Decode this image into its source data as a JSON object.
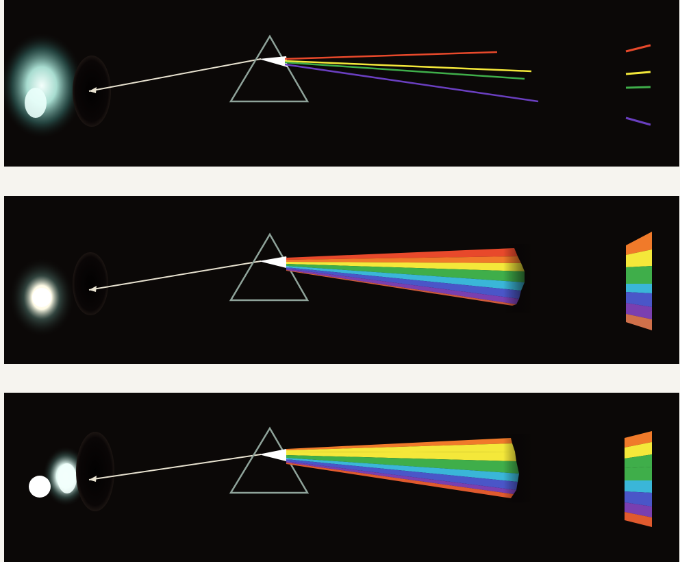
{
  "figure": {
    "panels": [
      {
        "id": "panel-1",
        "source": "diffuse-lamp",
        "beam": "narrow-spectral-lines",
        "screen": "four-lines"
      },
      {
        "id": "panel-2",
        "source": "lamp",
        "beam": "continuous-spectrum",
        "screen": "spectrum-band"
      },
      {
        "id": "panel-3",
        "source": "two-lamps",
        "beam": "continuous-spectrum",
        "screen": "spectrum-band"
      }
    ],
    "colors": {
      "background": "#0b0807",
      "separator": "#f6f4ef",
      "prism_outline": "#8fa39a",
      "incident_ray": "#e8e2d0",
      "red": "#e8492b",
      "orange": "#f07a2a",
      "yellow": "#f4e83a",
      "green": "#3fae4a",
      "cyan": "#3ab6d8",
      "blue": "#4a56c8",
      "violet": "#7a3fb0"
    }
  }
}
